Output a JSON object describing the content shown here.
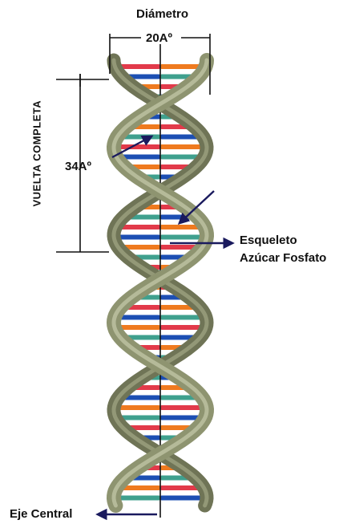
{
  "labels": {
    "diameter_title": "Diámetro",
    "diameter_value": "20Aº",
    "full_turn": "VUELTA COMPLETA",
    "pitch_value": "34Aº",
    "backbone_line1": "Esqueleto",
    "backbone_line2": "Azúcar Fosfato",
    "central_axis": "Eje Central"
  },
  "colors": {
    "backbone": "#8e9470",
    "backbone_shadow": "#5d6149",
    "arrow": "#1a1a5e",
    "base_red": "#e23a4a",
    "base_blue": "#1c4fb3",
    "base_orange": "#ef7a1f",
    "base_teal": "#3fa08e"
  }
}
